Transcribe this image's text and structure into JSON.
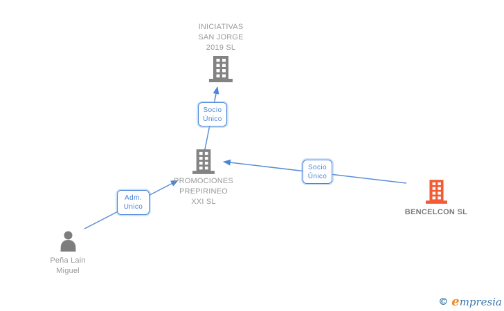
{
  "palette": {
    "edge_blue": "#5b8dd9",
    "edge_label_blue": "#4a86d8",
    "icon_gray": "#838383",
    "icon_orange": "#f25c35",
    "node_text_gray": "#98999b",
    "node_text_dark": "#7b7b7b"
  },
  "nodes": {
    "iniciativas": {
      "type": "company",
      "lines": [
        "INICIATIVAS",
        "SAN JORGE",
        "2019 SL"
      ]
    },
    "promociones": {
      "type": "company",
      "lines": [
        "PROMOCIONES",
        "PREPIRINEO",
        "XXI SL"
      ]
    },
    "bencelcon": {
      "type": "company",
      "label": "BENCELCON SL"
    },
    "person": {
      "type": "person",
      "lines": [
        "Peña Lain",
        "Miguel"
      ]
    }
  },
  "edges": [
    {
      "from": "person",
      "to": "promociones",
      "label_lines": [
        "Adm.",
        "Unico"
      ]
    },
    {
      "from": "bencelcon",
      "to": "promociones",
      "label_lines": [
        "Socio",
        "Único"
      ]
    },
    {
      "from": "promociones",
      "to": "iniciativas",
      "label_lines": [
        "Socio",
        "Único"
      ]
    }
  ],
  "watermark": {
    "copyright": "©",
    "brand_first": "e",
    "brand_rest": "mpresia"
  }
}
